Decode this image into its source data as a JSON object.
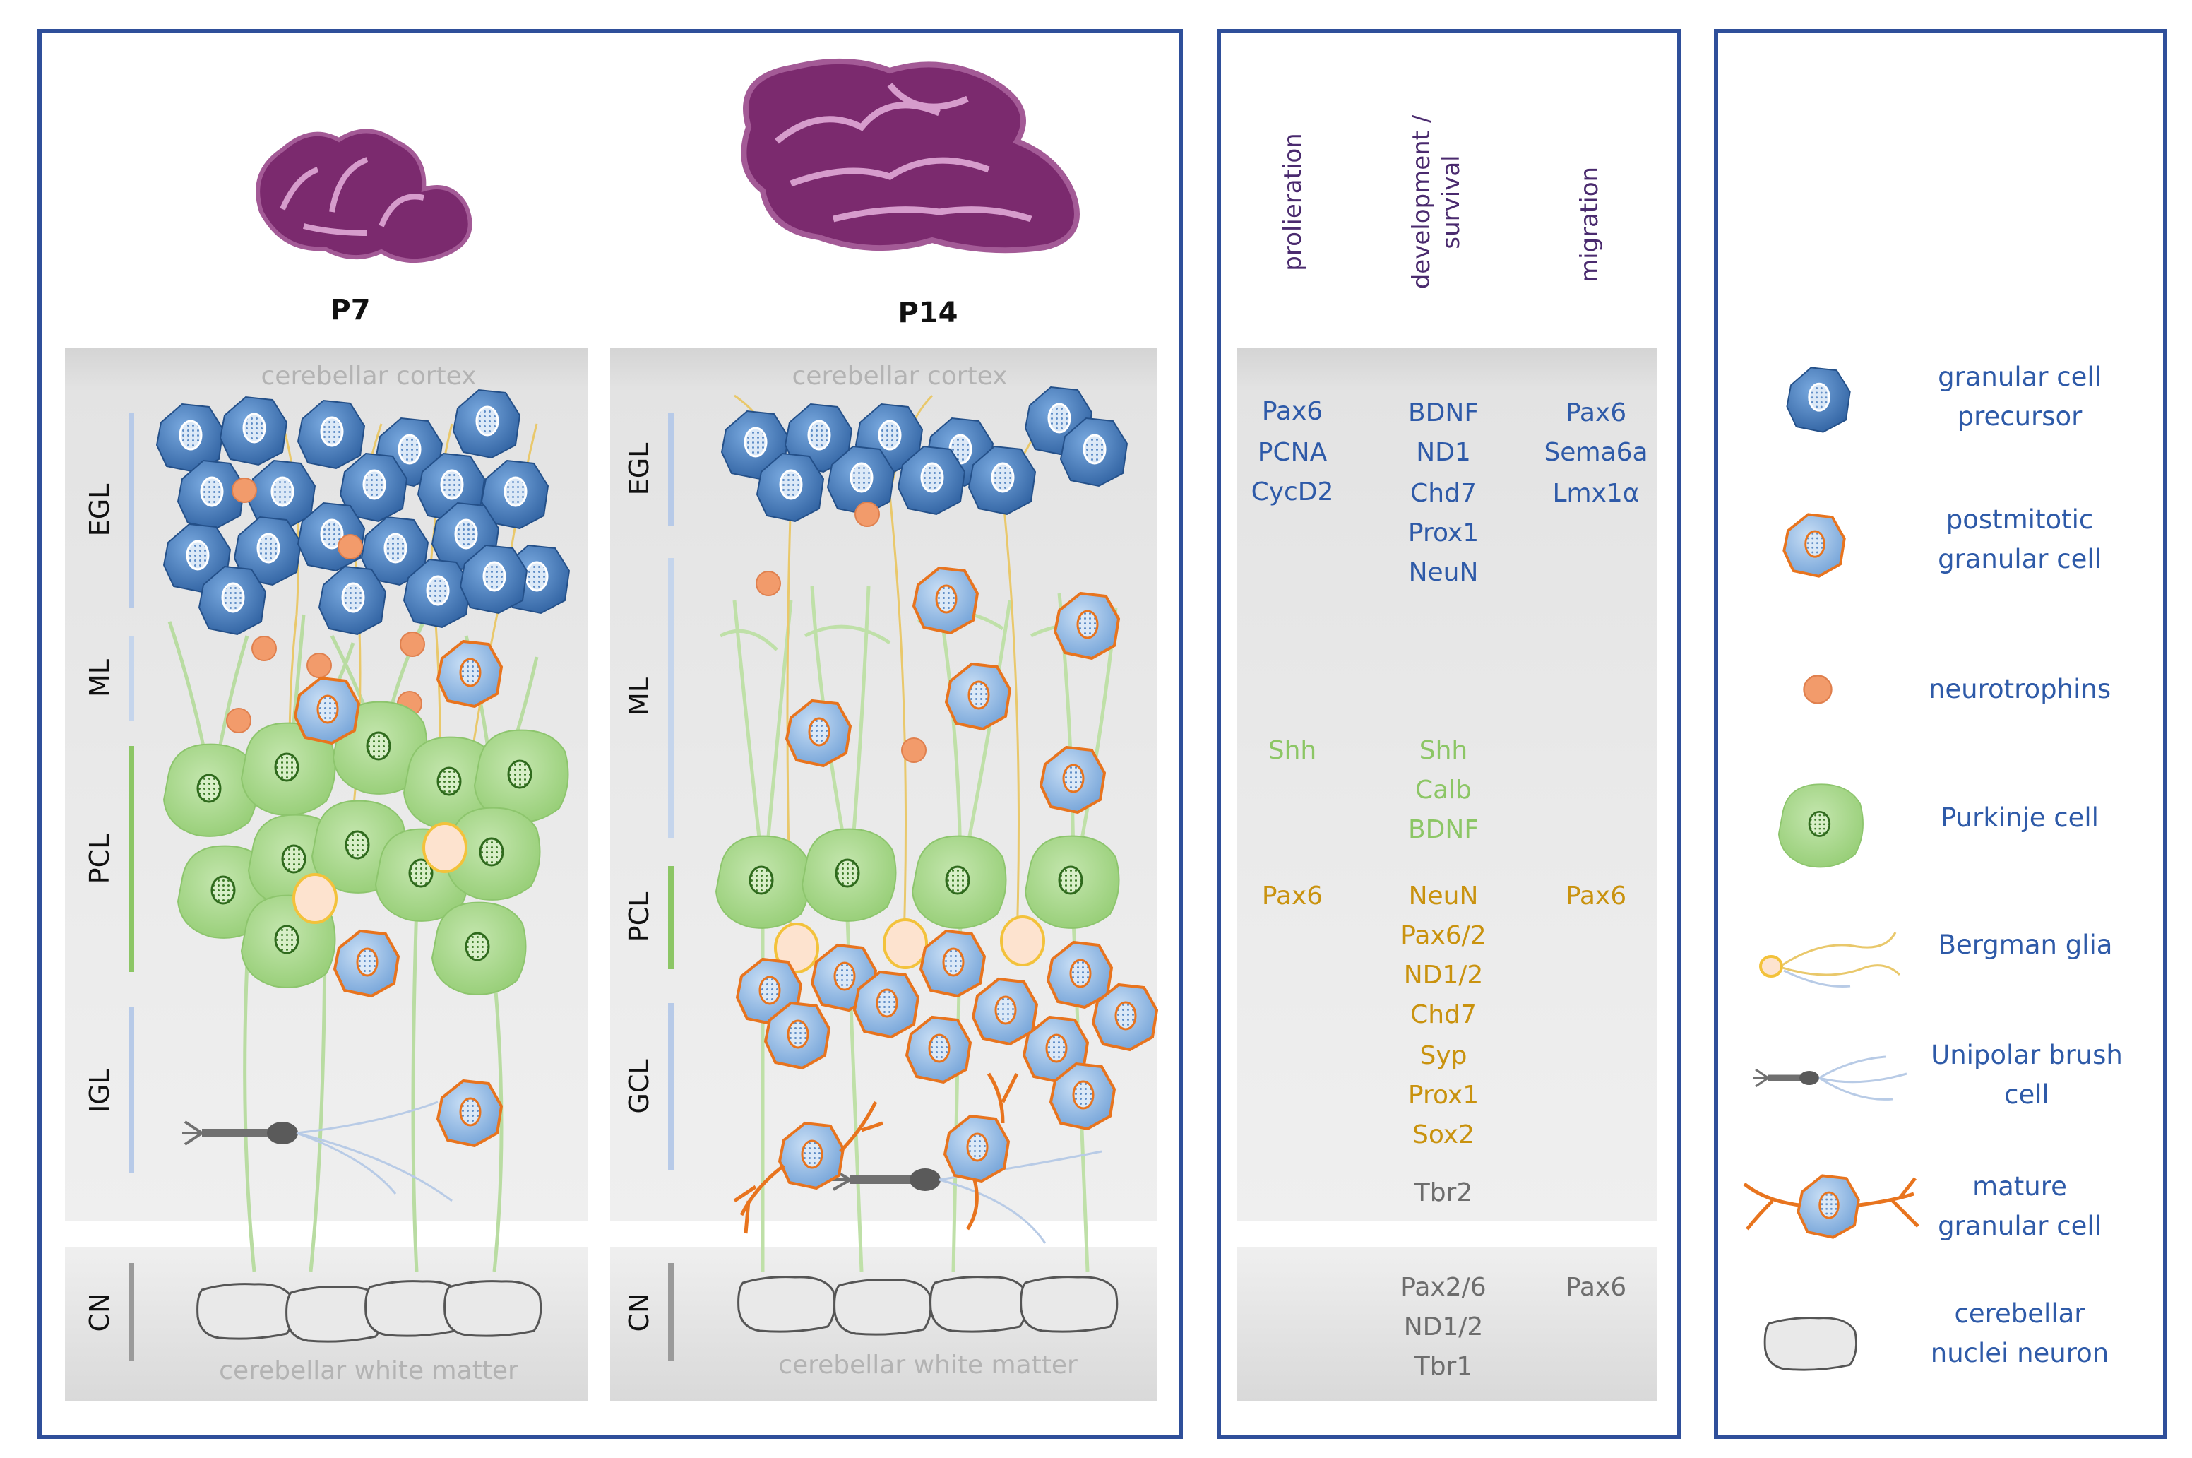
{
  "panels": {
    "p7": {
      "stage_label": "P7",
      "top_region": "cerebellar cortex",
      "bottom_region": "cerebellar white matter",
      "layers": [
        "EGL",
        "ML",
        "PCL",
        "IGL",
        "CN"
      ]
    },
    "p14": {
      "stage_label": "P14",
      "top_region": "cerebellar cortex",
      "bottom_region": "cerebellar white matter",
      "layers": [
        "EGL",
        "ML",
        "PCL",
        "GCL",
        "CN"
      ]
    }
  },
  "factors": {
    "headers": [
      "prolieration",
      "development /",
      "survival",
      "migration"
    ],
    "egl": {
      "proliferation": [
        "Pax6",
        "PCNA",
        "CycD2"
      ],
      "development": [
        "BDNF",
        "ND1",
        "Chd7",
        "Prox1",
        "NeuN"
      ],
      "migration": [
        "Pax6",
        "Sema6a",
        "Lmx1α"
      ]
    },
    "ml": {
      "proliferation": [
        "Shh"
      ],
      "development": [
        "Shh",
        "Calb",
        "BDNF"
      ]
    },
    "pcl_gcl": {
      "proliferation": [
        "Pax6"
      ],
      "development": [
        "NeuN",
        "Pax6/2",
        "ND1/2",
        "Chd7",
        "Syp",
        "Prox1",
        "Sox2"
      ],
      "migration": [
        "Pax6"
      ],
      "extra": "Tbr2"
    },
    "cn": {
      "development": [
        "Pax2/6",
        "ND1/2",
        "Tbr1"
      ],
      "migration": [
        "Pax6"
      ]
    },
    "colors": {
      "egl": "#2e5aa8",
      "ml": "#8cc665",
      "pcl": "#c9920e",
      "cn": "#6d6d6d"
    }
  },
  "legend": [
    {
      "icon": "granular-cell-precursor-icon",
      "lines": [
        "granular cell",
        "precursor"
      ]
    },
    {
      "icon": "postmitotic-granular-cell-icon",
      "lines": [
        "postmitotic",
        "granular cell"
      ]
    },
    {
      "icon": "neurotrophins-icon",
      "lines": [
        "neurotrophins"
      ]
    },
    {
      "icon": "purkinje-cell-icon",
      "lines": [
        "Purkinje cell"
      ]
    },
    {
      "icon": "bergman-glia-icon",
      "lines": [
        "Bergman glia"
      ]
    },
    {
      "icon": "unipolar-brush-cell-icon",
      "lines": [
        "Unipolar brush",
        "cell"
      ]
    },
    {
      "icon": "mature-granular-cell-icon",
      "lines": [
        "mature",
        "granular cell"
      ]
    },
    {
      "icon": "cerebellar-nuclei-neuron-icon",
      "lines": [
        "cerebellar",
        "nuclei neuron"
      ]
    }
  ],
  "colors": {
    "frame": "#2f4f9a",
    "precursor_blue": "#3f78bd",
    "postmitotic_fill": "#a9cbef",
    "postmitotic_outline": "#e8741e",
    "neurotrophin": "#f29b6b",
    "purkinje": "#a9d88b",
    "glia_body": "#fde3cf",
    "glia_outline": "#f3c23b",
    "cn_neuron": "#e9e9e9",
    "tissue": "#7b2a6e"
  }
}
